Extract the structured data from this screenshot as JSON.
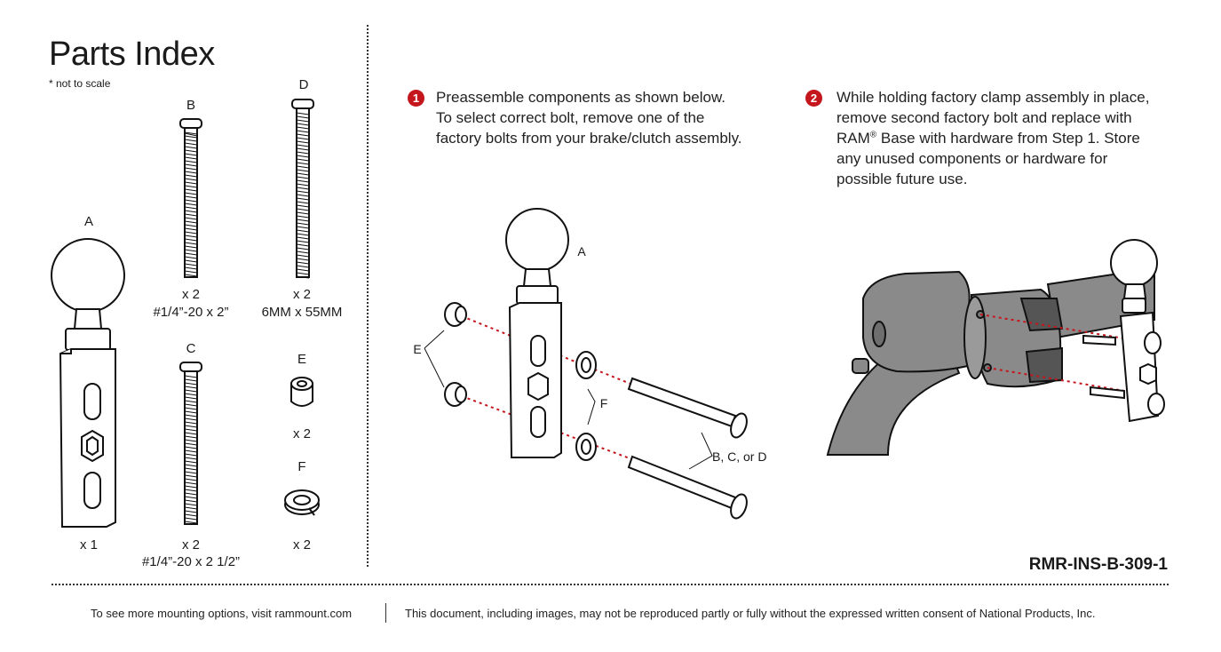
{
  "parts_index": {
    "title": "Parts Index",
    "note": "* not to scale",
    "parts": [
      {
        "letter": "A",
        "qty": "x 1",
        "spec": ""
      },
      {
        "letter": "B",
        "qty": "x 2",
        "spec": "#1/4”-20 x 2”"
      },
      {
        "letter": "C",
        "qty": "x 2",
        "spec": "#1/4”-20 x 2 1/2”"
      },
      {
        "letter": "D",
        "qty": "x 2",
        "spec": "6MM x 55MM"
      },
      {
        "letter": "E",
        "qty": "x 2",
        "spec": ""
      },
      {
        "letter": "F",
        "qty": "x 2",
        "spec": ""
      }
    ]
  },
  "steps": [
    {
      "number": "1",
      "lines": [
        "Preassemble components as shown below.",
        "To select correct bolt, remove one of the",
        "factory bolts from your brake/clutch assembly."
      ]
    },
    {
      "number": "2",
      "lines": [
        "While holding factory clamp assembly in place,",
        "remove second factory bolt and replace with"
      ],
      "ram_line": {
        "pre": "RAM",
        "reg": "®",
        "post": " Base with hardware from Step 1. Store"
      },
      "more_lines": [
        "any unused components or hardware for",
        "possible future use."
      ]
    }
  ],
  "diagram_labels": {
    "a": "A",
    "e": "E",
    "f": "F",
    "bolts": "B, C, or D"
  },
  "doc_id": "RMR-INS-B-309-1",
  "footer": {
    "left": "To see more mounting options, visit rammount.com",
    "right": "This document, including images, may not be reproduced partly or fully without the expressed written consent of National Products, Inc."
  },
  "colors": {
    "accent": "#c5161d",
    "mount": "#ffffff",
    "handlebar": "#8a8a8a"
  }
}
